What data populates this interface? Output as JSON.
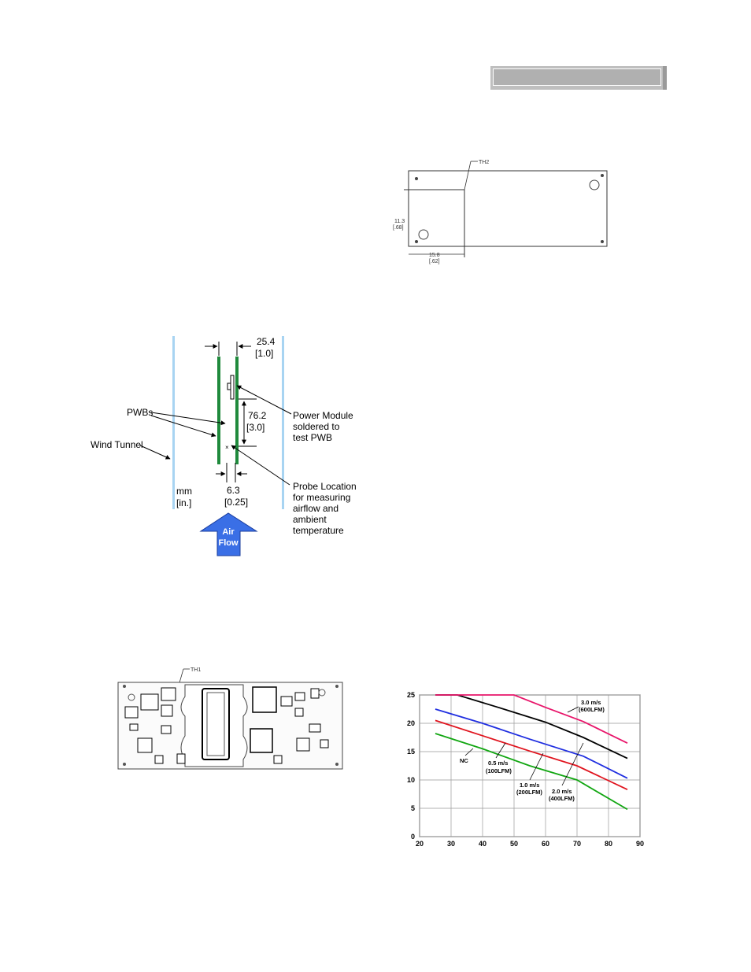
{
  "header": {
    "bar_color": "#bfbfbf"
  },
  "top_drawing": {
    "thermocouple_label": "TH2",
    "vertical_dim_mm": "11.3",
    "vertical_dim_in": "[.68]",
    "horizontal_dim_mm": "15.8",
    "horizontal_dim_in": "[.62]"
  },
  "wind_tunnel": {
    "spacing_mm": "25.4",
    "spacing_in": "[1.0]",
    "height_mm": "76.2",
    "height_in": "[3.0]",
    "probe_mm": "6.3",
    "probe_in": "[0.25]",
    "label_pwbs": "PWBs",
    "label_wind_tunnel": "Wind Tunnel",
    "label_units_1": "mm",
    "label_units_2": "[in.]",
    "label_power_module": [
      "Power Module",
      "soldered to",
      "test PWB"
    ],
    "label_probe": [
      "Probe Location",
      "for measuring",
      "airflow and",
      "ambient",
      "temperature"
    ],
    "air_flow": [
      "Air",
      "Flow"
    ],
    "tunnel_color": "#a8d4f2",
    "pwb_color": "#1f8a3c",
    "arrow_color": "#3a6fe6"
  },
  "board_photo": {
    "thermocouple_label": "TH1"
  },
  "chart_data": {
    "type": "line",
    "title": "",
    "xlabel": "",
    "ylabel": "",
    "xlim": [
      20,
      90
    ],
    "ylim": [
      0,
      25
    ],
    "x_ticks": [
      20,
      30,
      40,
      50,
      60,
      70,
      80,
      90
    ],
    "y_ticks": [
      0,
      5,
      10,
      15,
      20,
      25
    ],
    "grid": true,
    "series": [
      {
        "name": "NC",
        "color": "#11a611",
        "points": [
          [
            25,
            18.2
          ],
          [
            40,
            15.5
          ],
          [
            55,
            12.5
          ],
          [
            70,
            10.0
          ],
          [
            86,
            4.8
          ]
        ]
      },
      {
        "name": "",
        "color": "#e0141e",
        "points": [
          [
            25,
            20.5
          ],
          [
            40,
            17.8
          ],
          [
            55,
            15.1
          ],
          [
            70,
            12.5
          ],
          [
            86,
            8.3
          ]
        ]
      },
      {
        "name": "",
        "color": "#1f2ee0",
        "points": [
          [
            25,
            22.5
          ],
          [
            40,
            20.0
          ],
          [
            55,
            17.2
          ],
          [
            72,
            14.2
          ],
          [
            86,
            10.3
          ]
        ]
      },
      {
        "name": "",
        "color": "#000000",
        "points": [
          [
            25,
            25.0
          ],
          [
            32,
            25.0
          ],
          [
            45,
            22.8
          ],
          [
            60,
            20.2
          ],
          [
            72,
            17.5
          ],
          [
            86,
            13.8
          ]
        ]
      },
      {
        "name": "",
        "color": "#e8156a",
        "points": [
          [
            25,
            25.0
          ],
          [
            50,
            25.0
          ],
          [
            60,
            22.8
          ],
          [
            72,
            20.3
          ],
          [
            86,
            16.5
          ]
        ]
      }
    ],
    "annotations": [
      {
        "lines": [
          "3.0 m/s",
          "(600LFM)"
        ]
      },
      {
        "lines": [
          "NC"
        ]
      },
      {
        "lines": [
          "0.5 m/s",
          "(100LFM)"
        ]
      },
      {
        "lines": [
          "1.0 m/s",
          "(200LFM)"
        ]
      },
      {
        "lines": [
          "2.0 m/s",
          "(400LFM)"
        ]
      }
    ]
  }
}
